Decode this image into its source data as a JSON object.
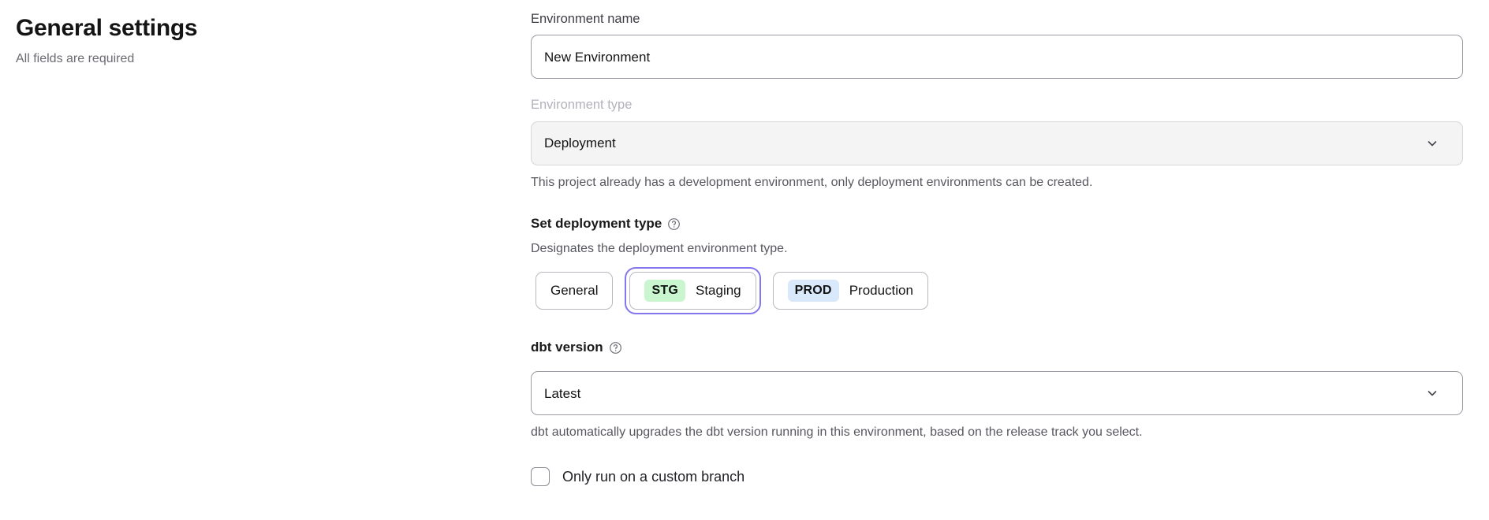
{
  "header": {
    "title": "General settings",
    "subtitle": "All fields are required"
  },
  "form": {
    "environment_name": {
      "label": "Environment name",
      "value": "New Environment"
    },
    "environment_type": {
      "label": "Environment type",
      "value": "Deployment",
      "disabled": true,
      "help_text": "This project already has a development environment, only deployment environments can be created.",
      "chevron_icon": "chevron-down-icon"
    },
    "deployment_type": {
      "label": "Set deployment type",
      "help_icon": "question-circle-icon",
      "description": "Designates the deployment environment type.",
      "options": [
        {
          "label": "General",
          "badge": "",
          "badge_color": "",
          "selected": false
        },
        {
          "label": "Staging",
          "badge": "STG",
          "badge_color": "#c9f6cf",
          "selected": true
        },
        {
          "label": "Production",
          "badge": "PROD",
          "badge_color": "#d9e8fb",
          "selected": false
        }
      ],
      "focus_ring_color": "#8377ee"
    },
    "dbt_version": {
      "label": "dbt version",
      "help_icon": "question-circle-icon",
      "value": "Latest",
      "help_text": "dbt automatically upgrades the dbt version running in this environment, based on the release track you select.",
      "chevron_icon": "chevron-down-icon"
    },
    "custom_branch": {
      "label": "Only run on a custom branch",
      "checked": false
    }
  }
}
